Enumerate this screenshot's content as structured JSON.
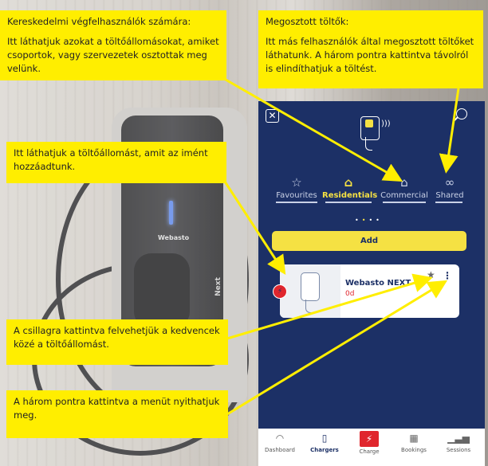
{
  "callouts": {
    "retail": {
      "title": "Kereskedelmi végfelhasználók számára:",
      "body": "Itt láthatjuk azokat a töltőállomásokat, amiket csoportok, vagy szervezetek osztottak meg velünk."
    },
    "shared": {
      "title": "Megosztott töltők:",
      "body": "Itt más felhasználók által megosztott töltőket láthatunk. A három pontra kattintva távolról is elindíthatjuk a töltést."
    },
    "added": {
      "body": "Itt láthatjuk a töltőállomást, amit az imént hozzáadtunk."
    },
    "star": {
      "body": "A csillagra kattintva felvehetjük a kedvencek közé a töltőállomást."
    },
    "menu": {
      "body": "A három pontra kattintva a menüt nyithatjuk meg."
    }
  },
  "charger_photo": {
    "logo": "Webasto",
    "model": "Next"
  },
  "app": {
    "close_glyph": "✕",
    "tabs": [
      {
        "label": "Favourites",
        "icon": "star-outline-icon",
        "glyph": "☆"
      },
      {
        "label": "Residentials",
        "icon": "home-icon",
        "glyph": "⌂"
      },
      {
        "label": "Commercial",
        "icon": "building-icon",
        "glyph": "⌂"
      },
      {
        "label": "Shared",
        "icon": "shared-rings-icon",
        "glyph": "∞"
      }
    ],
    "active_tab": "Residentials",
    "add_button": "Add",
    "charger_card": {
      "name": "Webasto NEXT",
      "status": "0d"
    },
    "bottom_nav": [
      {
        "label": "Dashboard",
        "icon": "gauge-icon",
        "glyph": "◠"
      },
      {
        "label": "Chargers",
        "icon": "charger-icon",
        "glyph": "▯"
      },
      {
        "label": "Charge",
        "icon": "bolt-icon",
        "glyph": "⚡"
      },
      {
        "label": "Bookings",
        "icon": "calendar-icon",
        "glyph": "▦"
      },
      {
        "label": "Sessions",
        "icon": "bars-icon",
        "glyph": "▁▃▅"
      }
    ],
    "active_nav": "Chargers"
  },
  "colors": {
    "app_bg": "#1c3066",
    "accent_yellow": "#f5e143",
    "callout_yellow": "#ffee00",
    "alert_red": "#e0262d"
  }
}
